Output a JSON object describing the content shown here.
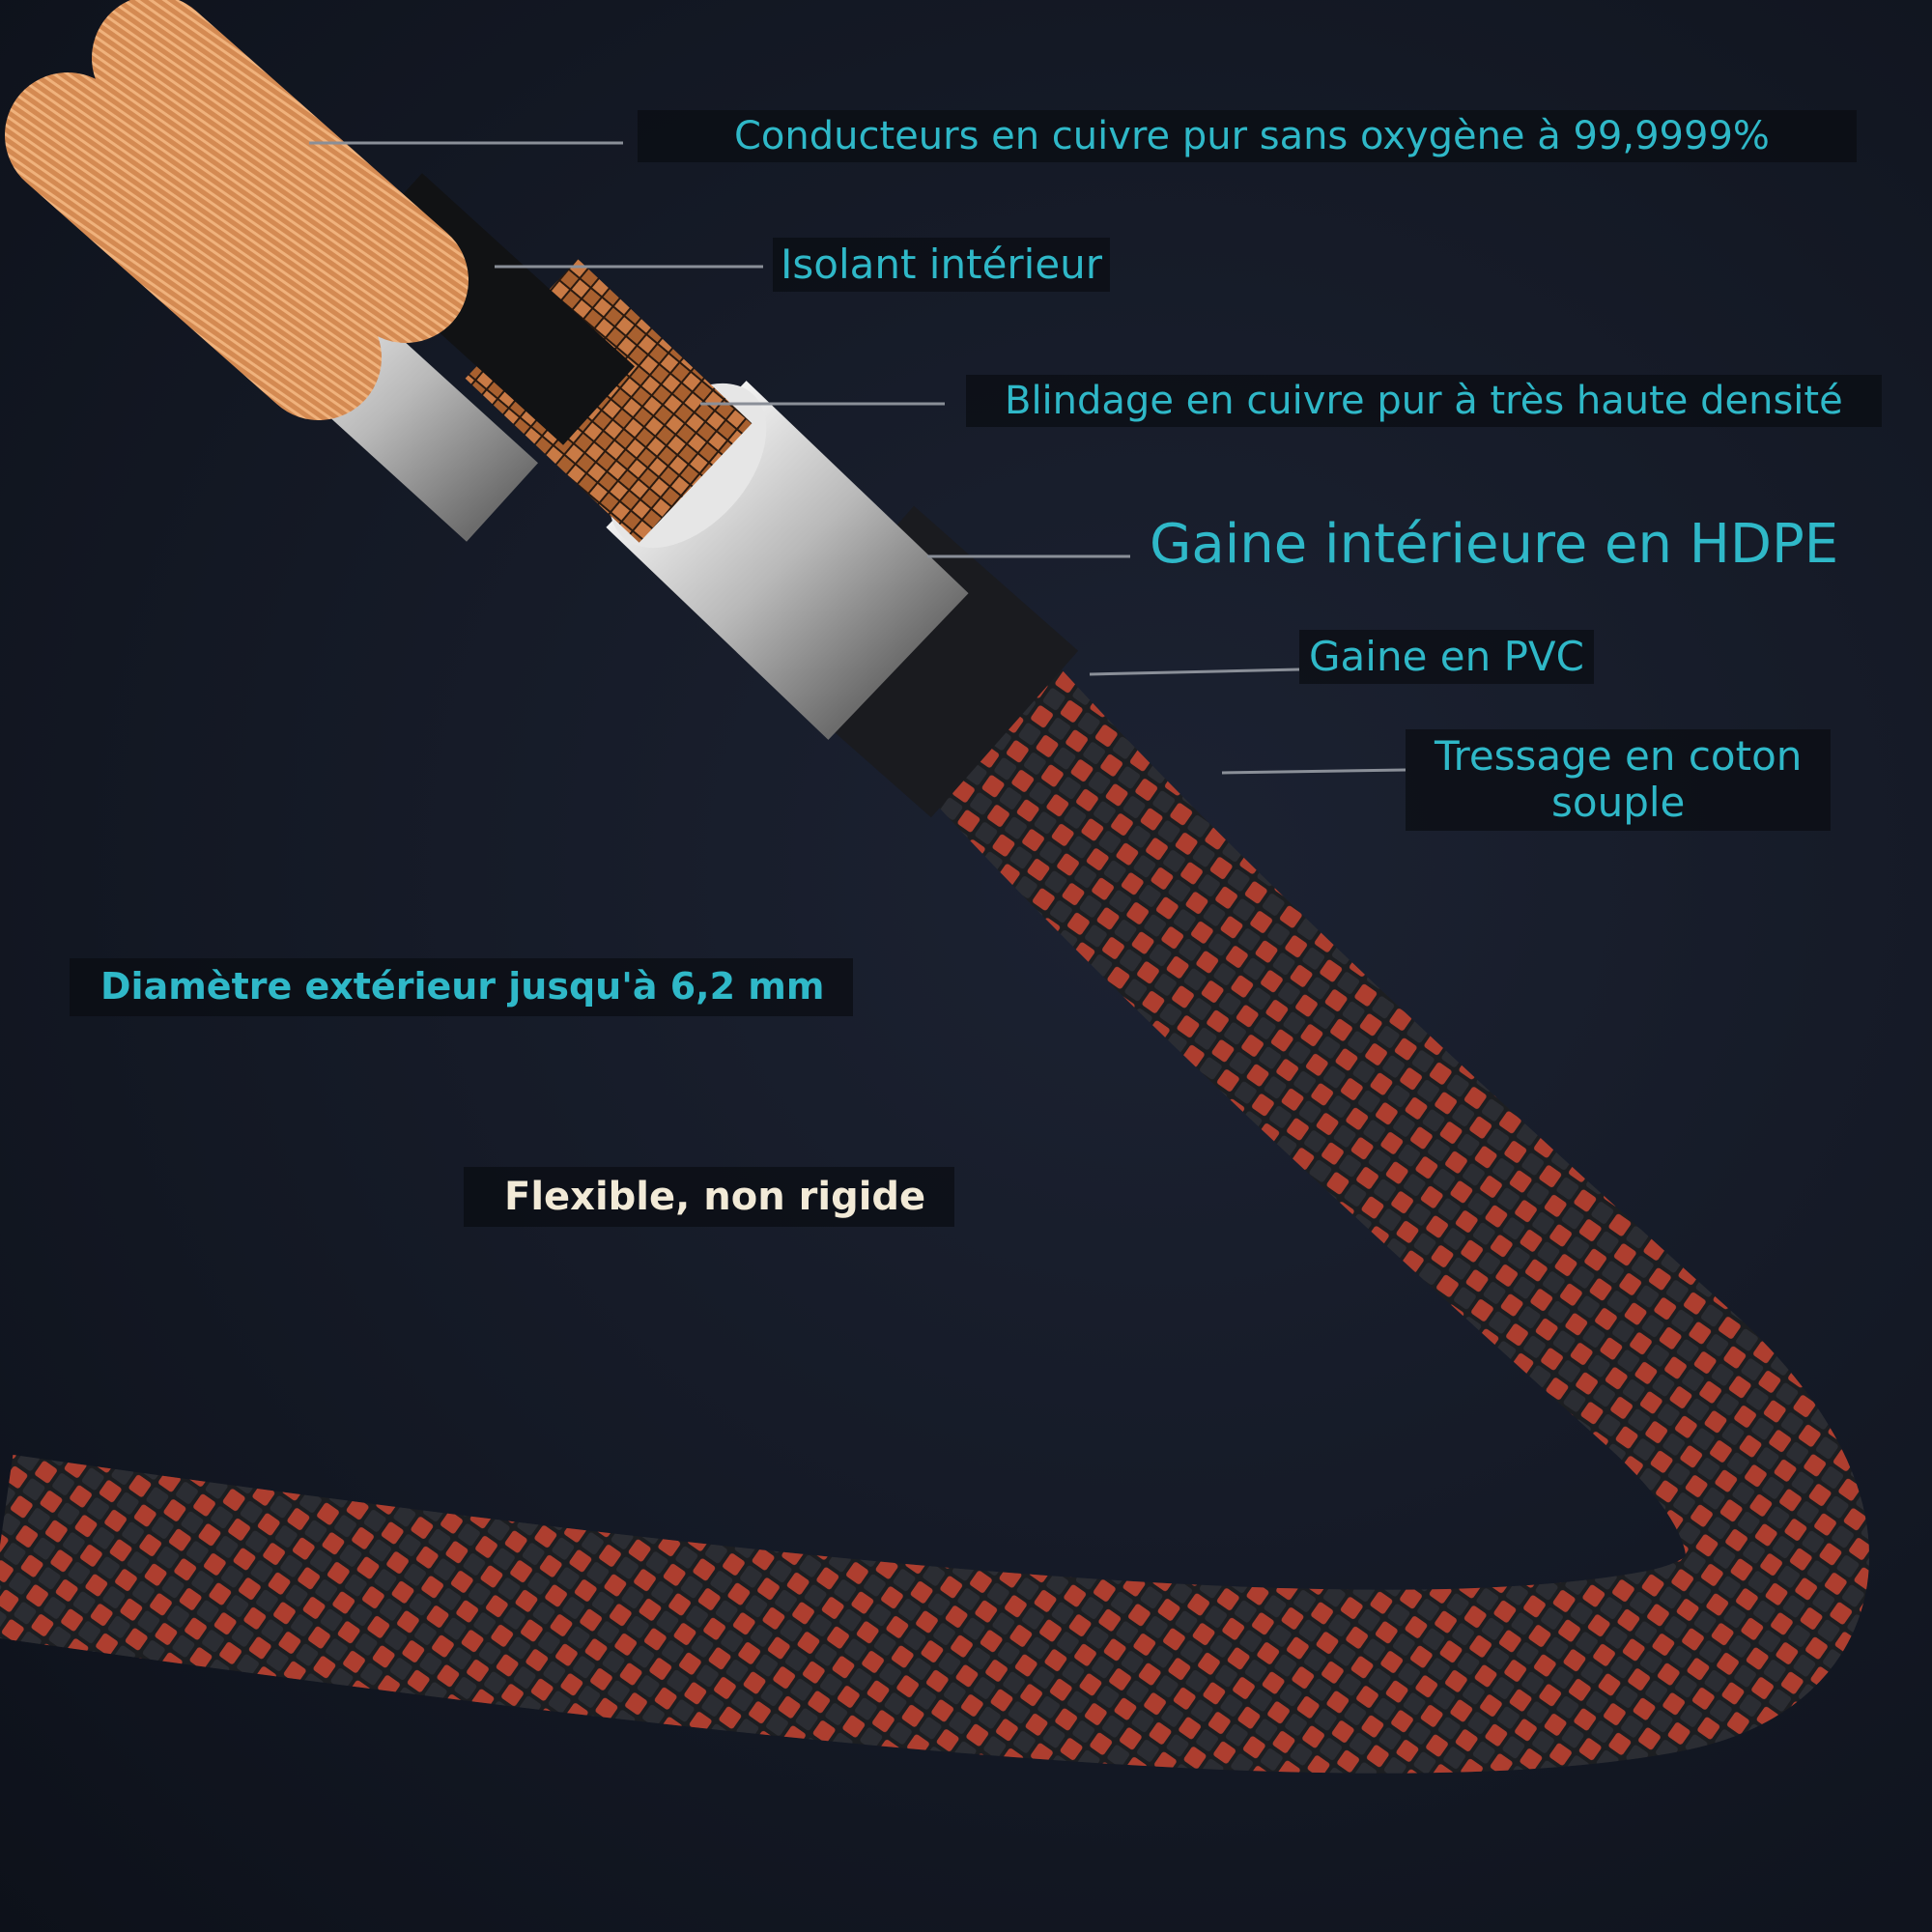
{
  "labels": {
    "conductors": "Conducteurs en cuivre pur sans oxygène à 99,9999%",
    "inner_insulation": "Isolant intérieur",
    "shielding": "Blindage en cuivre pur à très haute densité",
    "hdpe_sheath": "Gaine intérieure en HDPE",
    "pvc_sheath": "Gaine en PVC",
    "cotton_braid_line1": "Tressage en coton",
    "cotton_braid_line2": "souple",
    "outer_diameter": "Diamètre extérieur jusqu'à 6,2 mm",
    "flexible": "Flexible, non rigide"
  },
  "colors": {
    "label_text": "#2fb8c8",
    "highlight_text": "#f2ead7",
    "copper": "#d48a52",
    "braid_red": "#e8533f",
    "braid_black": "#2a2c31",
    "silver": "#d8d8d8",
    "leader_line": "#8a8f98"
  }
}
